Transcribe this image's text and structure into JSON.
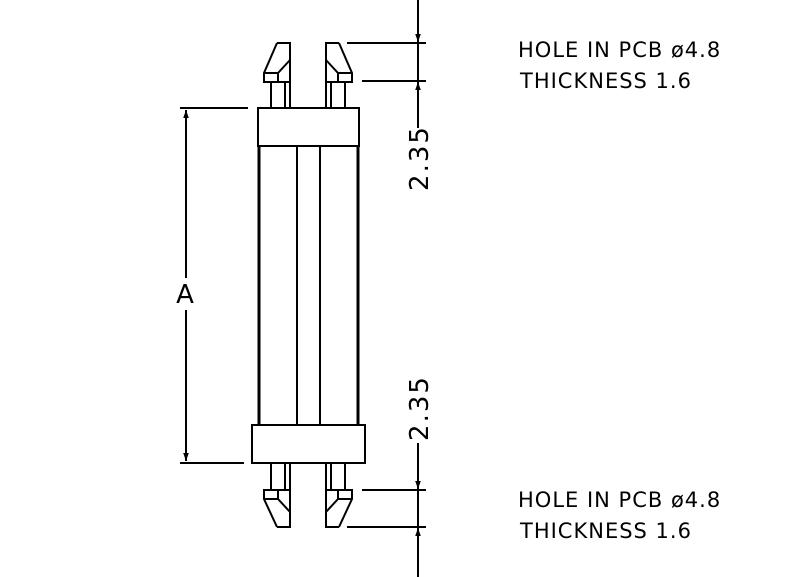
{
  "notes": {
    "top": [
      "HOLE IN PCB ø4.8",
      "THICKNESS 1.6"
    ],
    "bottom": [
      "HOLE IN PCB ø4.8",
      "THICKNESS 1.6"
    ]
  },
  "dimensions": {
    "length_label": "A",
    "top_clip": "2.35",
    "bottom_clip": "2.35"
  }
}
